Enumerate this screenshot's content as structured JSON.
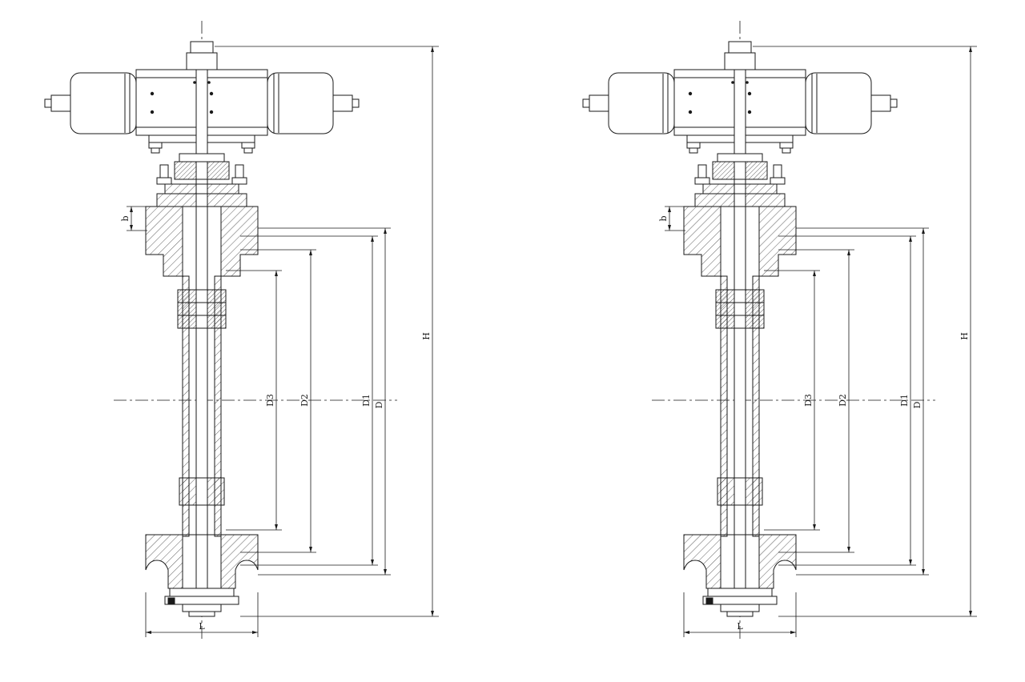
{
  "drawing": {
    "kind": "valve-section-technical-drawing",
    "colors": {
      "line": "#1a1a1a",
      "background": "#ffffff"
    },
    "dim_labels": {
      "h": "H",
      "d": "D",
      "d1": "D1",
      "d2": "D2",
      "d3": "D3",
      "l": "L",
      "b": "b"
    },
    "views": [
      {
        "name": "left-valve-view"
      },
      {
        "name": "right-valve-view"
      }
    ]
  }
}
